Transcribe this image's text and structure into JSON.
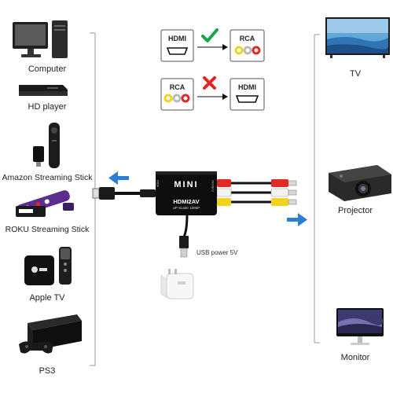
{
  "sources": [
    {
      "label": "Computer",
      "icon": "computer-icon"
    },
    {
      "label": "HD player",
      "icon": "dvd-player-icon"
    },
    {
      "label": "Amazon Streaming Stick",
      "icon": "fire-tv-stick-icon"
    },
    {
      "label": "ROKU Streaming Stick",
      "icon": "roku-stick-icon"
    },
    {
      "label": "Apple TV",
      "icon": "apple-tv-icon"
    },
    {
      "label": "PS3",
      "icon": "ps3-console-icon"
    }
  ],
  "outputs": [
    {
      "label": "TV",
      "icon": "tv-icon"
    },
    {
      "label": "Projector",
      "icon": "projector-icon"
    },
    {
      "label": "Monitor",
      "icon": "monitor-icon"
    }
  ],
  "compatibility": {
    "row1": {
      "from": "HDMI",
      "to": "RCA",
      "status_icon": "check-icon",
      "status_color": "#19a54a"
    },
    "row2": {
      "from": "RCA",
      "to": "HDMI",
      "status_icon": "cross-icon",
      "status_color": "#e52420"
    }
  },
  "device": {
    "brand": "MINI",
    "model": "HDMI2AV",
    "subtitle": "UP Scaler 1080P",
    "in_label": "HDMI",
    "out_label": "CVBS/AV"
  },
  "usb_label": "USB power 5V",
  "colors": {
    "line": "#9a9a9a",
    "arrow": "#2a7fd4",
    "rca_yellow": "#f2d21d",
    "rca_red": "#e02a26",
    "rca_white": "#f4f4f4"
  }
}
